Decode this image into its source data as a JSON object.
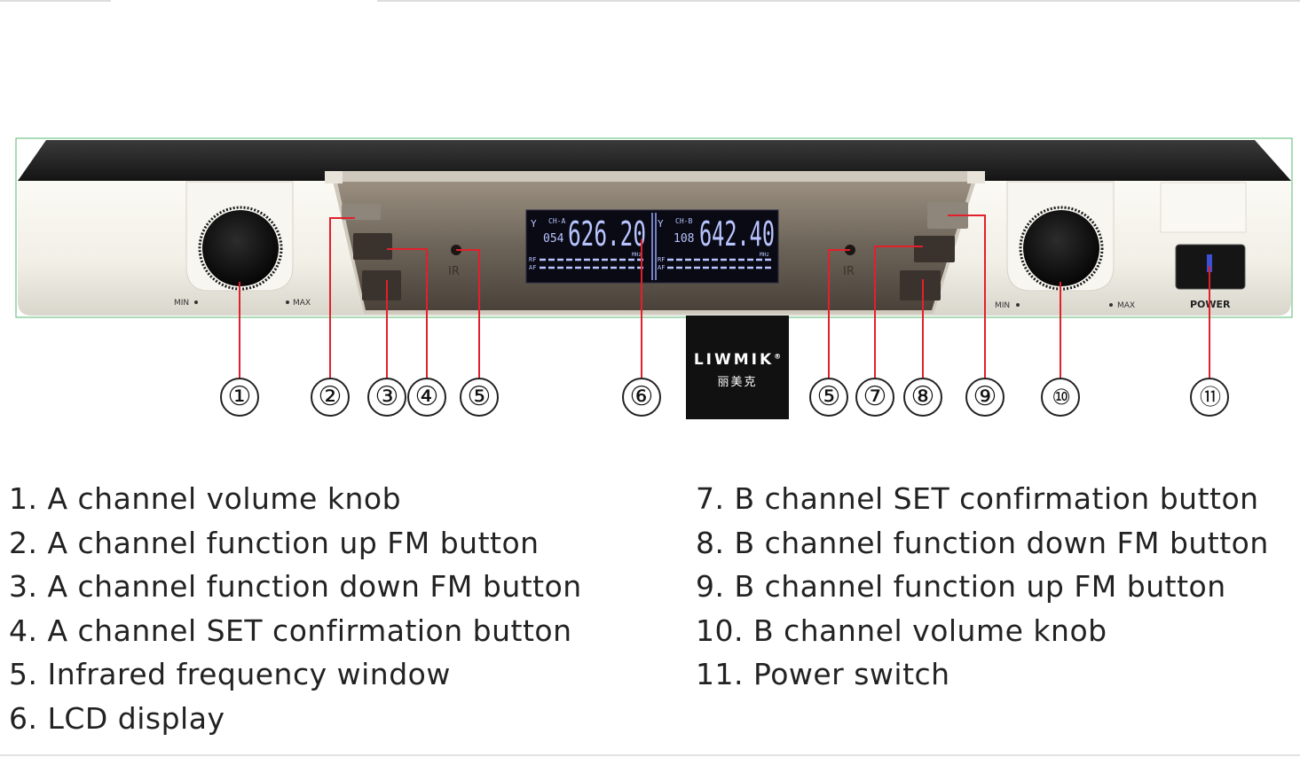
{
  "lcd": {
    "channel_a_label": "CH-A",
    "channel_a_code": "054",
    "channel_a_freq": "626.20",
    "channel_b_label": "CH-B",
    "channel_b_code": "108",
    "channel_b_freq": "642.40",
    "unit": "MHz",
    "rf_label": "RF",
    "af_label": "AF"
  },
  "panel_labels": {
    "min_left": "MIN",
    "max_left": "MAX",
    "min_right": "MIN",
    "max_right": "MAX",
    "ir_left": "IR",
    "ir_right": "IR",
    "power": "POWER"
  },
  "callouts": [
    "①",
    "②",
    "③",
    "④",
    "⑤",
    "⑥",
    "⑤",
    "⑦",
    "⑧",
    "⑨",
    "⑩",
    "⑪"
  ],
  "logo": {
    "brand": "LIWMIK",
    "registered": "®",
    "chinese": "丽美克"
  },
  "legend_left": [
    "1. A channel volume knob",
    "2. A channel function up FM button",
    "3. A channel function down FM button",
    "4. A channel SET confirmation button",
    "5. Infrared frequency window",
    "6. LCD display"
  ],
  "legend_right": [
    "7. B channel SET confirmation button",
    "8. B channel function down FM button",
    "9. B channel function up FM button",
    "10. B channel volume knob",
    "11. Power switch"
  ]
}
